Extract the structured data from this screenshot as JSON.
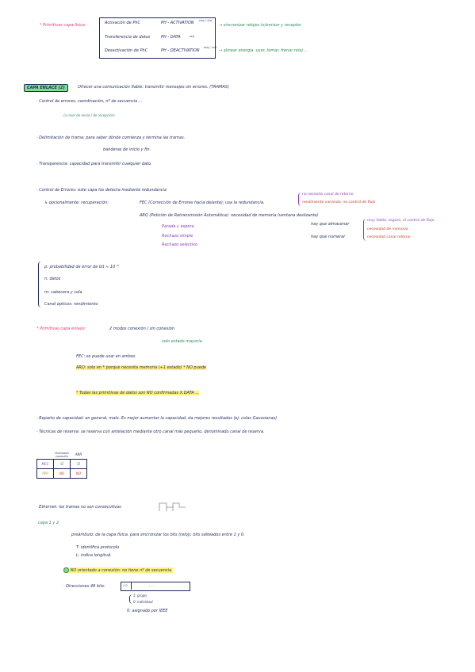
{
  "physical": {
    "heading": "* Primitivas capa física:",
    "rows": [
      {
        "label": "Activación de PhC",
        "code": "PH - ACTIVATION",
        "sub": ".req / .ind"
      },
      {
        "label": "Transferencia de datos",
        "code": "PH - DATA",
        "sub": ".req"
      },
      {
        "label": "Desactivación de PhC",
        "code": "PH - DEACTIVATION",
        "sub": ".req / .ind"
      }
    ],
    "note1": "→ sincronizar relojes tx/emisor y receptor",
    "note2": "→ alinear energía, usar, tomar, frenar reloj ..."
  },
  "link": {
    "title": "CAPA ENLACE (2)",
    "desc": "Ofrecer una comunicación fiable: transmitir mensajes sin errores. (TRAMAS)",
    "items": [
      "· Control de errores, coordinación, nº de secuencia ...",
      "(a nivel de envío / de recepción)",
      "· Delimitación de trama: para saber dónde comienza y termina las tramas.",
      "banderas de inicio y fin.",
      "· Transparencia: capacidad para transmitir cualquier dato."
    ]
  },
  "errors": {
    "title": "· Control de Errores: este capa los detecta mediante redundancia",
    "sub": "↳ opcionalmente: recuperación:",
    "fec": "FEC (Corrección de Errores hacia delante); usa la redundancia.",
    "fec_note1": "no necesita canal de retorno",
    "fec_note2": "rendimiento variando, no control de flujo",
    "arq": "ARQ (Petición de Retransmisión Automática): necesidad de memoria (ventana deslizante)",
    "arq_a": "hay que almacenar",
    "arq_b": "hay que numerar",
    "arq_right": [
      "muy fiable, seguro, el control de flujo",
      "necesidad de memoria",
      "necesidad canal retorno"
    ],
    "arq_types": [
      "Parada y espera",
      "Rechazo simple",
      "Rechazo selectivo"
    ],
    "vars": [
      "p: probabilidad de error de bit ≈ 10⁻⁶",
      "n: datos",
      "m: cabecera y cola",
      "Canal ópticos: rendimiento"
    ]
  },
  "linkprims": {
    "heading": "* Primitivas capa enlace:",
    "modes": "2 modos   conexión / sin conexión",
    "only": "solo estado mayoría",
    "fec": "FEC: se puede usar en ambos",
    "arq": "ARQ: solo en * porque necesita memoria (+1 estado) * NO puede",
    "note": "* Todas las primitivas de datos son NO confirmadas   X.DATA ..."
  },
  "capacity": {
    "line1": "· Reparto de capacidad: en general, malo. Es mejor aumentar la capacidad, da mejores resultados (ej: colas Gaussianas)",
    "line2": "· Técnicas de reserva: se reserva con antelación mediante otro canal más pequeño, denominado canal de reserva."
  },
  "table": {
    "header": [
      "",
      "Orientado conexión",
      "ARR"
    ],
    "rows": [
      [
        "MCC",
        "SÍ",
        "SÍ"
      ],
      [
        "PPP",
        "NO",
        "NO"
      ]
    ]
  },
  "ethernet": {
    "heading": "· Ethernet: los tramas no son consecutivas",
    "side": "capa 1 y 2",
    "preamble": "preámbulo: de la capa física, para sincronizar los bits (reloj): bits salteados entre 1 y 0.",
    "t1": "T: identifica protocolo",
    "t2": "L: indica longitud.",
    "no_conn": "NO orientado a conexión: no tiene nº de secuencia.",
    "dir": "· Direcciones 48 bits:",
    "dir_box": ". . .",
    "dir_box_left": "1 0",
    "g1": "1: grupo",
    "g0": "0: individual",
    "zero": "0: asignado por IEEE"
  }
}
